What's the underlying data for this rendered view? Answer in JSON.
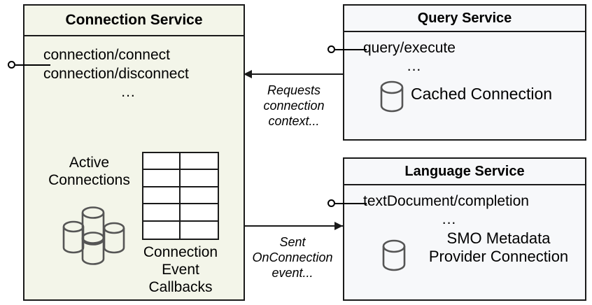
{
  "diagram": {
    "title": "Connection Service component interaction diagram",
    "colors": {
      "tinted_box_fill": "#f3f5e9",
      "plain_box_fill": "#f7f8fa",
      "stroke": "#1a1a1a",
      "icon_stroke": "#555555",
      "text": "#000000"
    }
  },
  "components": {
    "connection_service": {
      "title": "Connection Service",
      "api_endpoints": [
        "connection/connect",
        "connection/disconnect"
      ],
      "more_indicator": "...",
      "active_connections_label": "Active\nConnections",
      "callbacks_label": "Connection\nEvent\nCallbacks",
      "connection_stack_icon": "database-cluster-icon",
      "callbacks_grid_icon": "table-grid-icon",
      "grid_rows": 5,
      "grid_cols": 2,
      "provided_interface_icon": "lollipop-interface-icon"
    },
    "query_service": {
      "title": "Query Service",
      "api_endpoints": [
        "query/execute"
      ],
      "more_indicator": "...",
      "resource_label": "Cached Connection",
      "resource_icon": "database-cylinder-icon",
      "provided_interface_icon": "lollipop-interface-icon"
    },
    "language_service": {
      "title": "Language Service",
      "api_endpoints": [
        "textDocument/completion"
      ],
      "more_indicator": "...",
      "resource_label": "SMO Metadata\nProvider Connection",
      "resource_icon": "database-cylinder-icon",
      "provided_interface_icon": "lollipop-interface-icon"
    }
  },
  "flows": [
    {
      "id": "requests-connection-context",
      "label": "Requests\nconnection\ncontext...",
      "from": "query_service",
      "to": "connection_service",
      "direction": "left"
    },
    {
      "id": "sent-onconnection-event",
      "label": "Sent\nOnConnection\nevent...",
      "from": "connection_service",
      "to": "language_service",
      "direction": "right"
    }
  ]
}
